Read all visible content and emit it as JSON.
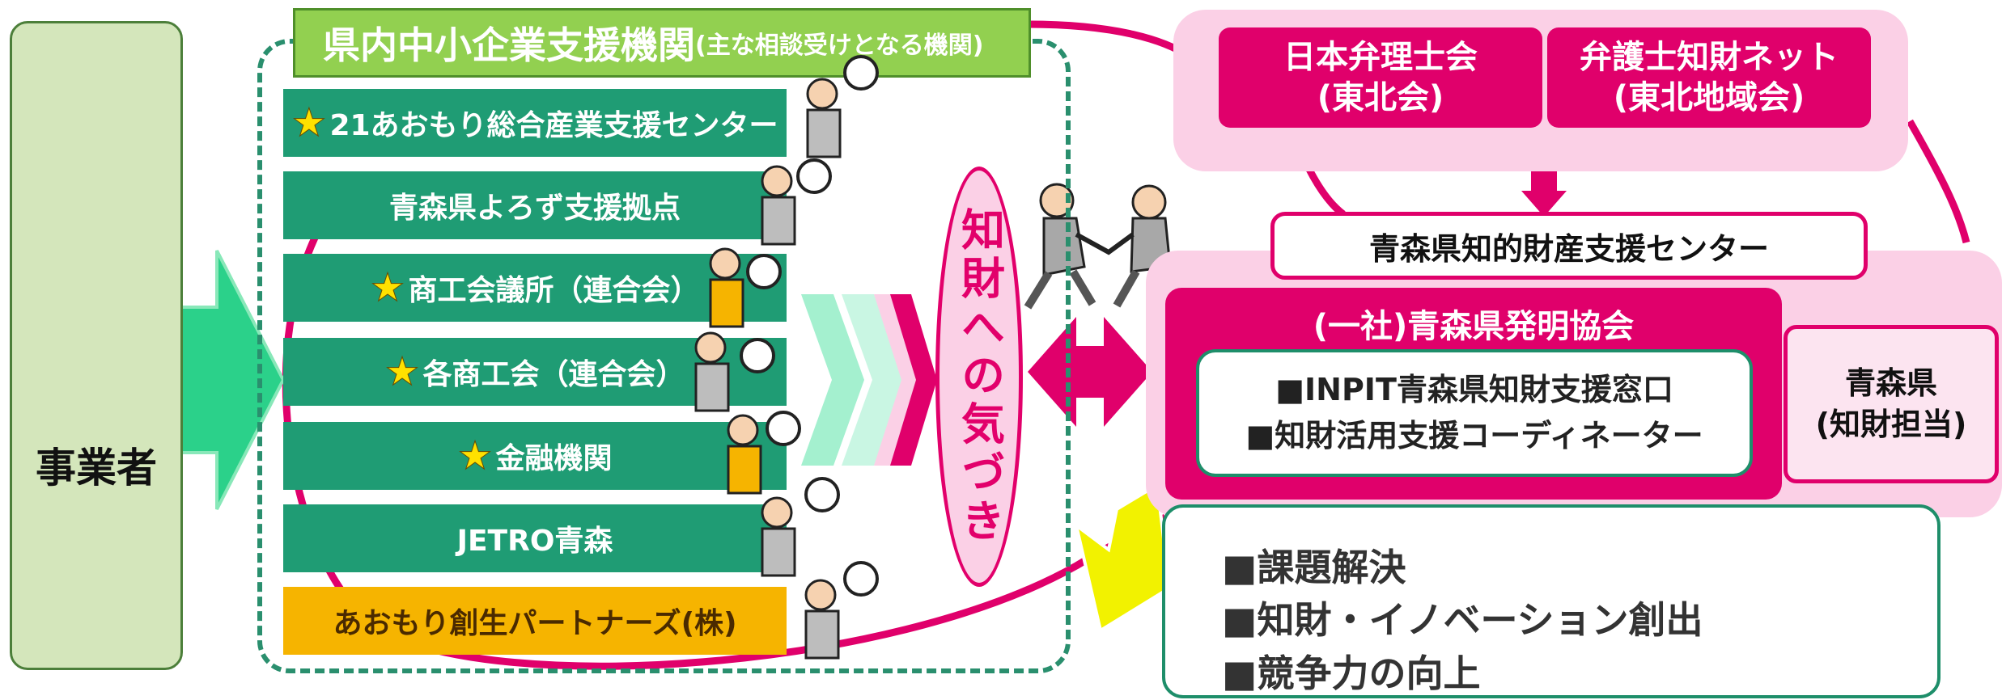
{
  "operator": {
    "label": "事業者"
  },
  "agencies": {
    "title": "県内中小企業支援機関",
    "subtitle": "(主な相談受けとなる機関)",
    "items": [
      {
        "label": "21あおもり総合産業支援センター",
        "star": true
      },
      {
        "label": "青森県よろず支援拠点",
        "star": false
      },
      {
        "label": "商工会議所（連合会）",
        "star": true
      },
      {
        "label": "各商工会（連合会）",
        "star": true
      },
      {
        "label": "金融機関",
        "star": true
      },
      {
        "label": "JETRO青森",
        "star": false
      },
      {
        "label": "あおもり創生パートナーズ(株)",
        "star": false
      }
    ]
  },
  "awareness": {
    "label": "知財への気づき"
  },
  "ip_orgs": {
    "patent_attorneys": {
      "line1": "日本弁理士会",
      "line2": "(東北会)"
    },
    "lawyers": {
      "line1": "弁護士知財ネット",
      "line2": "(東北地域会)"
    }
  },
  "support_center": {
    "label": "青森県知的財産支援センター"
  },
  "invention_association": {
    "title": "(一社)青森県発明協会",
    "items": [
      "■INPIT青森県知財支援窓口",
      "■知財活用支援コーディネーター"
    ]
  },
  "prefecture": {
    "line1": "青森県",
    "line2": "(知財担当)"
  },
  "results": {
    "items": [
      "■課題解決",
      "■知財・イノベーション創出",
      "■競争力の向上"
    ]
  },
  "colors": {
    "green": "#1f9c74",
    "light_green": "#92d050",
    "yellow": "#f6b400",
    "magenta": "#e0006b",
    "pink": "#fbd0e6"
  },
  "icons": [
    "star-icon",
    "consultant-person-icon",
    "speech-bubble-icon",
    "businessmen-handshake-icon",
    "celebrating-group-icon",
    "thinking-person-icon"
  ]
}
